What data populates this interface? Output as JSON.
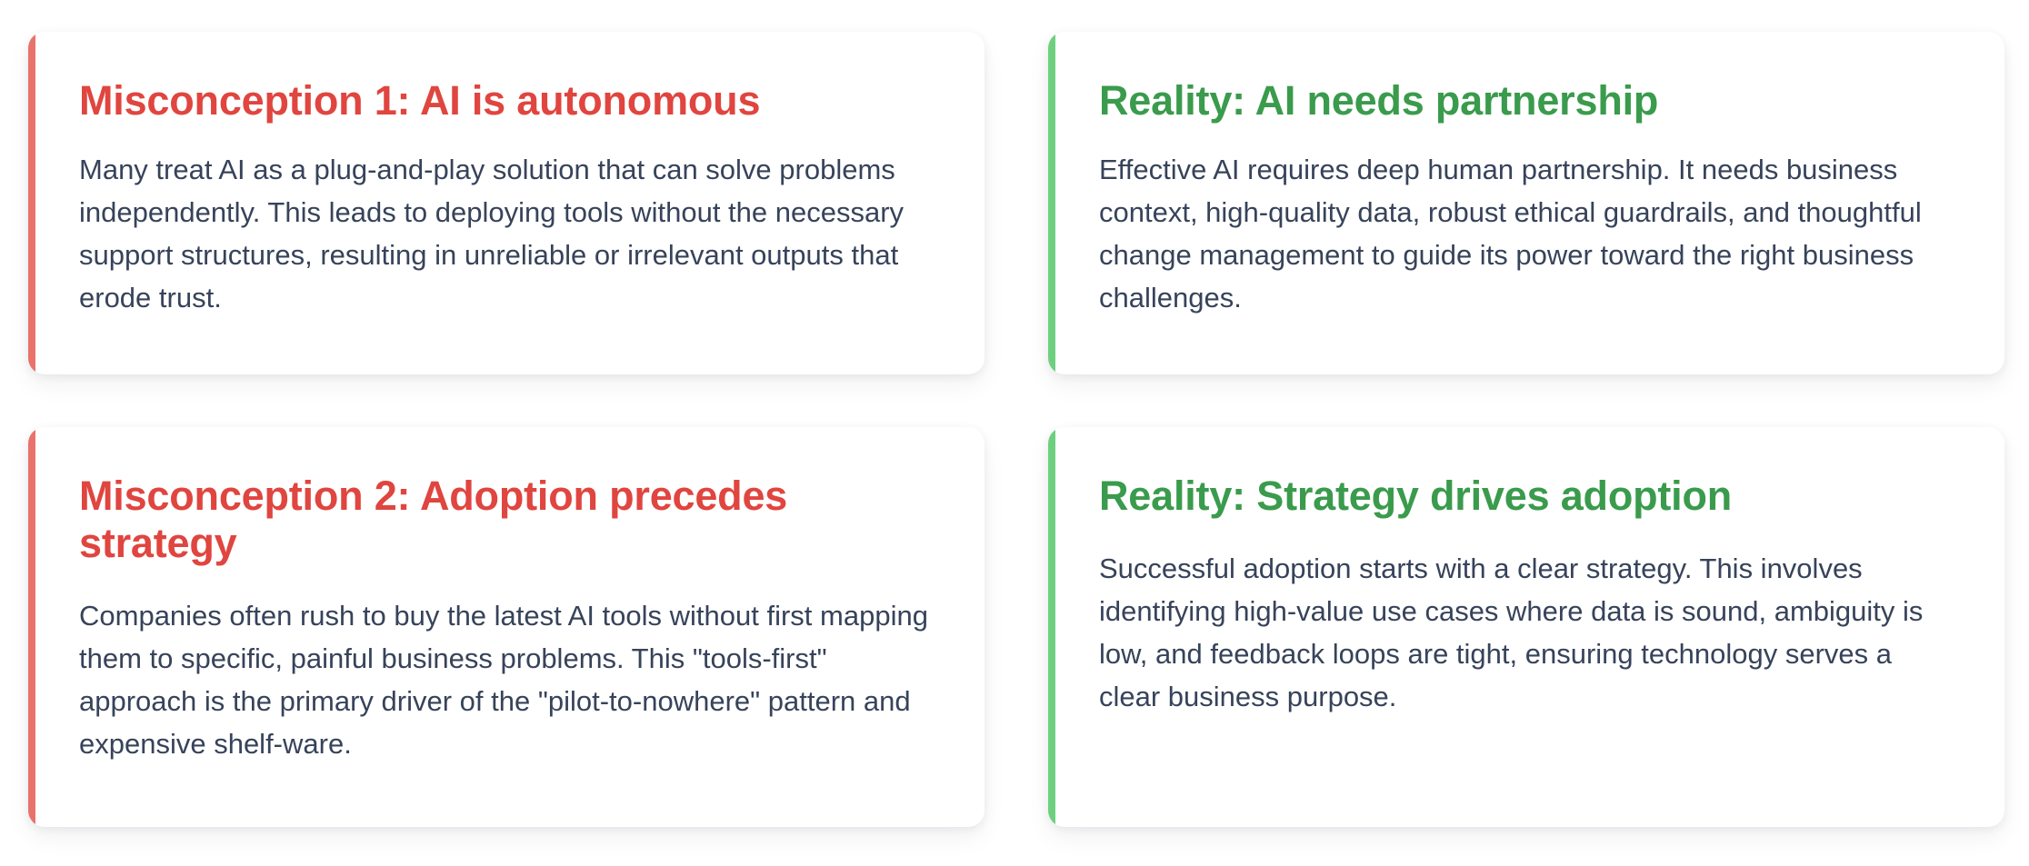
{
  "colors": {
    "accent_red": "#e8736b",
    "accent_green": "#6ed07f",
    "title_red": "#e0453f",
    "title_green": "#3a9b4c",
    "body_text": "#37435a",
    "card_background": "#ffffff",
    "page_background": "#ffffff"
  },
  "cards": [
    {
      "id": "misconception-1",
      "variant": "misconception",
      "title": "Misconception 1: AI is autonomous",
      "body": "Many treat AI as a plug-and-play solution that can solve problems independently. This leads to deploying tools without the necessary support structures, resulting in unreliable or irrelevant outputs that erode trust."
    },
    {
      "id": "reality-1",
      "variant": "reality",
      "title": "Reality: AI needs partnership",
      "body": "Effective AI requires deep human partnership. It needs business context, high-quality data, robust ethical guardrails, and thoughtful change management to guide its power toward the right business challenges."
    },
    {
      "id": "misconception-2",
      "variant": "misconception",
      "title": "Misconception 2: Adoption precedes strategy",
      "body": "Companies often rush to buy the latest AI tools without first mapping them to specific, painful business problems. This \"tools-first\" approach is the primary driver of the \"pilot-to-nowhere\" pattern and expensive shelf-ware."
    },
    {
      "id": "reality-2",
      "variant": "reality",
      "title": "Reality: Strategy drives adoption",
      "body": "Successful adoption starts with a clear strategy. This involves identifying high-value use cases where data is sound, ambiguity is low, and feedback loops are tight, ensuring technology serves a clear business purpose."
    }
  ]
}
